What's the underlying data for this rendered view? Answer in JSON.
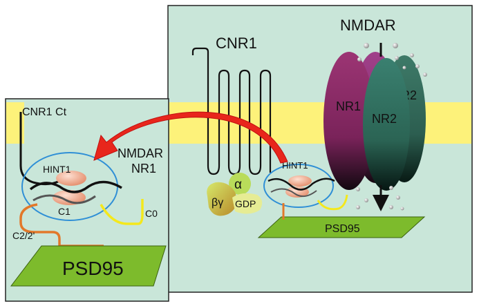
{
  "labels": {
    "nmdar": "NMDAR",
    "cnr1": "CNR1",
    "nr1_main": "NR1",
    "nr2_main": "NR2",
    "r2_back": "R2",
    "hint1_main": "HINT1",
    "alpha": "α",
    "beta_gamma": "βγ",
    "gdp": "GDP",
    "psd95_main": "PSD95",
    "cnr1_ct": "CNR1 Ct",
    "nmdar_inset": "NMDAR",
    "nr1_inset": "NR1",
    "hint1_inset": "HINT1",
    "c1": "C1",
    "c0": "C0",
    "c2": "C2/2'",
    "psd95_inset": "PSD95"
  },
  "colors": {
    "panel_bg": "#c9e6d9",
    "membrane": "#fdf27a",
    "nr1": "#8a2a66",
    "nr2": "#2f6e5c",
    "psd95": "#7dbb2c",
    "arrow": "#e8261c",
    "linker_yellow": "#f4e81c",
    "linker_orange": "#e2782a",
    "hint_ring": "#2f8fd6"
  }
}
